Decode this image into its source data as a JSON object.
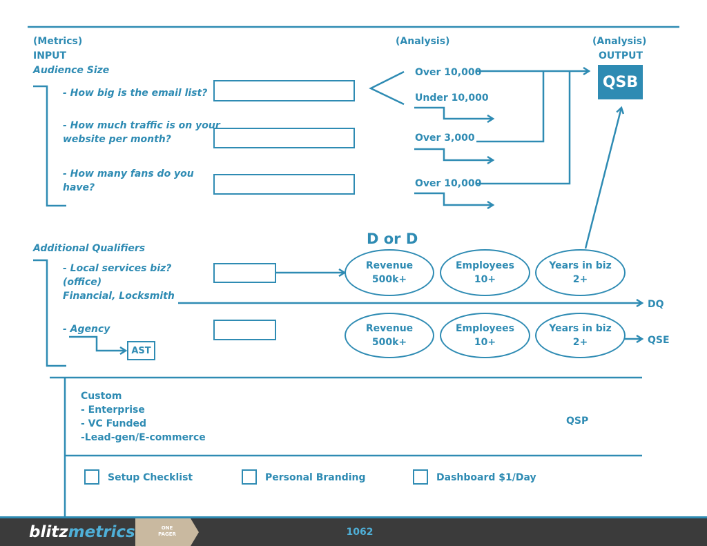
{
  "header": {
    "metrics": "(Metrics)",
    "input": "INPUT",
    "analysis_mid": "(Analysis)",
    "analysis_right": "(Analysis)",
    "output": "OUTPUT"
  },
  "audience": {
    "title": "Audience Size",
    "q1": "- How big is the email list?",
    "q2_line1": "- How much traffic is on your",
    "q2_line2": "website per month?",
    "q3_line1": "- How many fans do you",
    "q3_line2": "have?"
  },
  "analysis": {
    "email_over": "Over 10,000",
    "email_under": "Under 10,000",
    "traffic_over": "Over 3,000",
    "fans_over": "Over 10,000"
  },
  "output_box": "QSB",
  "qualifiers": {
    "title": "Additional Qualifiers",
    "local_line1": "- Local services biz?",
    "local_line2": "(office)",
    "local_line3": "Financial, Locksmith",
    "agency": "- Agency",
    "ast": "AST"
  },
  "dord": "D or D",
  "ovals_row1": [
    {
      "line1": "Revenue",
      "line2": "500k+"
    },
    {
      "line1": "Employees",
      "line2": "10+"
    },
    {
      "line1": "Years in biz",
      "line2": "2+"
    }
  ],
  "ovals_row2": [
    {
      "line1": "Revenue",
      "line2": "500k+"
    },
    {
      "line1": "Employees",
      "line2": "10+"
    },
    {
      "line1": "Years in biz",
      "line2": "2+"
    }
  ],
  "dq": "DQ",
  "qse": "QSE",
  "custom": {
    "title": "Custom",
    "item1": "- Enterprise",
    "item2": "- VC Funded",
    "item3": "-Lead-gen/E-commerce",
    "qsp": "QSP"
  },
  "checklist": [
    {
      "label": "Setup Checklist"
    },
    {
      "label": "Personal Branding"
    },
    {
      "label": "Dashboard $1/Day"
    }
  ],
  "footer": {
    "brand_part1": "blitz",
    "brand_part2": "metrics",
    "tag_line1": "ONE",
    "tag_line2": "PAGER",
    "page_number": "1062"
  },
  "colors": {
    "accent": "#2e8bb3",
    "footer_bg": "#3b3b3b",
    "tag_bg": "#c9b9a0"
  }
}
